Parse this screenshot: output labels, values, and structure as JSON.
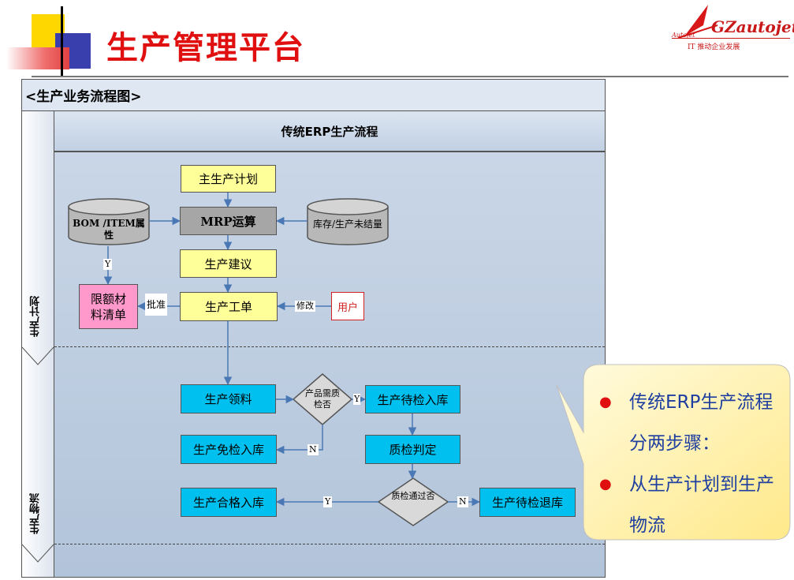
{
  "header": {
    "title": "生产管理平台",
    "logo_brand": "GZautojet",
    "logo_small": "Autojet",
    "logo_tagline": "IT 推动企业发展"
  },
  "diagram": {
    "frame_title": "<生产业务流程图>",
    "lane_header": "传统ERP生产流程",
    "lanes": [
      "生产计划",
      "生产物流"
    ],
    "nodes": {
      "main_plan": "主生产计划",
      "mrp": "MRP运算",
      "bom": "BOM /ITEM属性",
      "stock": "库存/生产未结量",
      "advice": "生产建议",
      "quota": "限额材料清单",
      "order": "生产工单",
      "user": "用户",
      "pick": "生产领料",
      "need_qc": "产品需质检否",
      "wait_in": "生产待检入库",
      "free_in": "生产免检入库",
      "judge": "质检判定",
      "pass": "质检通过否",
      "ok_in": "生产合格入库",
      "wait_return": "生产待检退库"
    },
    "edge_labels": {
      "y1": "Y",
      "approve": "批准",
      "modify": "修改",
      "y2": "Y",
      "n1": "N",
      "y3": "Y",
      "n2": "N"
    }
  },
  "callout": {
    "bullet1": "传统ERP生产流程分两步骤：",
    "bullet2": "从生产计划到生产物流"
  },
  "colors": {
    "title_red": "#e01010",
    "process_cyan": "#00c0ef",
    "process_yellow": "#ffff99",
    "callout_fill": "#fff3a8",
    "callout_text": "#1f3fa0"
  }
}
